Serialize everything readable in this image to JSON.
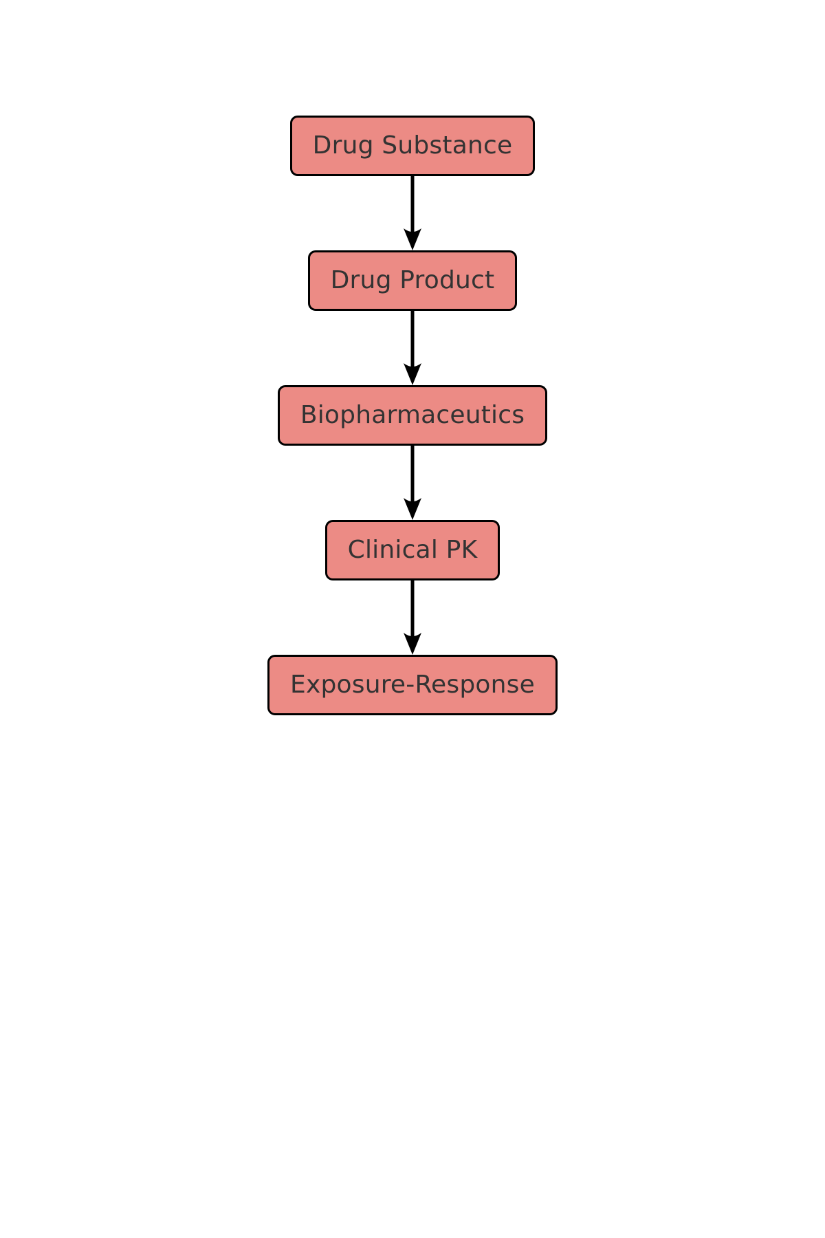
{
  "diagram": {
    "type": "flowchart",
    "orientation": "top-to-bottom",
    "title": "",
    "background_color": "#ffffff",
    "node_fill_color": "#ec8b85",
    "node_border_color": "#000000",
    "node_text_color": "#333333",
    "edge_color": "#000000",
    "nodes": [
      {
        "id": "drug-substance",
        "label": "Drug Substance"
      },
      {
        "id": "drug-product",
        "label": "Drug Product"
      },
      {
        "id": "biopharmaceutics",
        "label": "Biopharmaceutics"
      },
      {
        "id": "clinical-pk",
        "label": "Clinical PK"
      },
      {
        "id": "exposure-response",
        "label": "Exposure-Response"
      }
    ],
    "edges": [
      {
        "from": "drug-substance",
        "to": "drug-product",
        "arrow": "arrow-down-icon"
      },
      {
        "from": "drug-product",
        "to": "biopharmaceutics",
        "arrow": "arrow-down-icon"
      },
      {
        "from": "biopharmaceutics",
        "to": "clinical-pk",
        "arrow": "arrow-down-icon"
      },
      {
        "from": "clinical-pk",
        "to": "exposure-response",
        "arrow": "arrow-down-icon"
      }
    ]
  }
}
